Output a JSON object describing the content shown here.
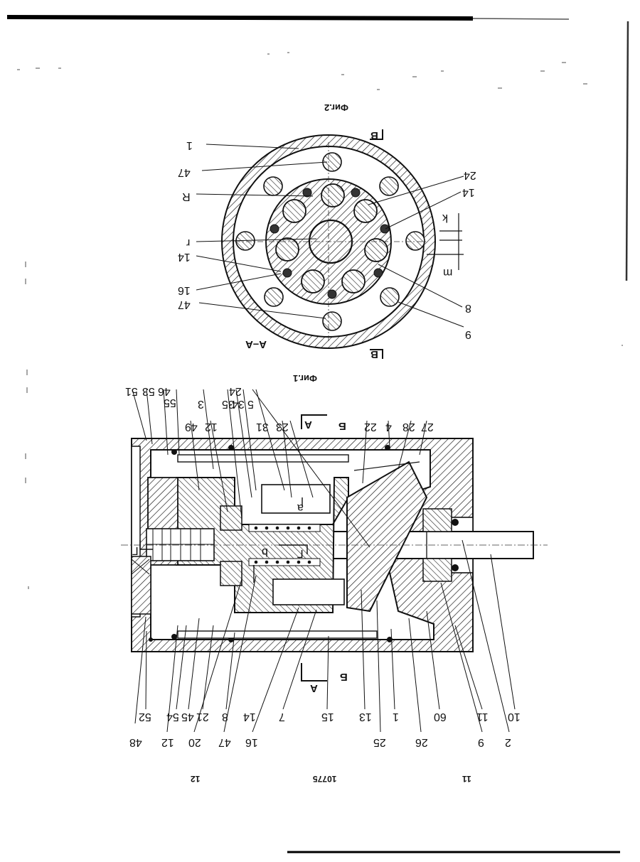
{
  "page": {
    "header_left": "11",
    "header_center": "10775",
    "header_right": "12"
  },
  "fig1": {
    "caption": "Фиг.1",
    "section_marks": [
      "А",
      "А",
      "Б",
      "Б"
    ],
    "labels_bottom": [
      "48",
      "52",
      "12",
      "54",
      "45",
      "21",
      "20",
      "8",
      "47",
      "14",
      "16",
      "7",
      "15",
      "13",
      "25",
      "1",
      "26",
      "60",
      "9",
      "11",
      "2",
      "10"
    ],
    "labels_top": [
      "51",
      "53",
      "55",
      "46",
      "49",
      "3",
      "12",
      "35",
      "34",
      "5",
      "24",
      "31",
      "23",
      "22",
      "4",
      "28",
      "27"
    ],
    "inner_labels": [
      "Г",
      "Г",
      "b",
      "a"
    ]
  },
  "fig2": {
    "caption": "Фиг.2",
    "section_title": "А–А",
    "section_marks": [
      "В",
      "В"
    ],
    "labels_left": [
      "1",
      "47",
      "R",
      "r",
      "14",
      "16",
      "47"
    ],
    "labels_right": [
      "24",
      "14",
      "k",
      "m",
      "8",
      "9"
    ]
  }
}
